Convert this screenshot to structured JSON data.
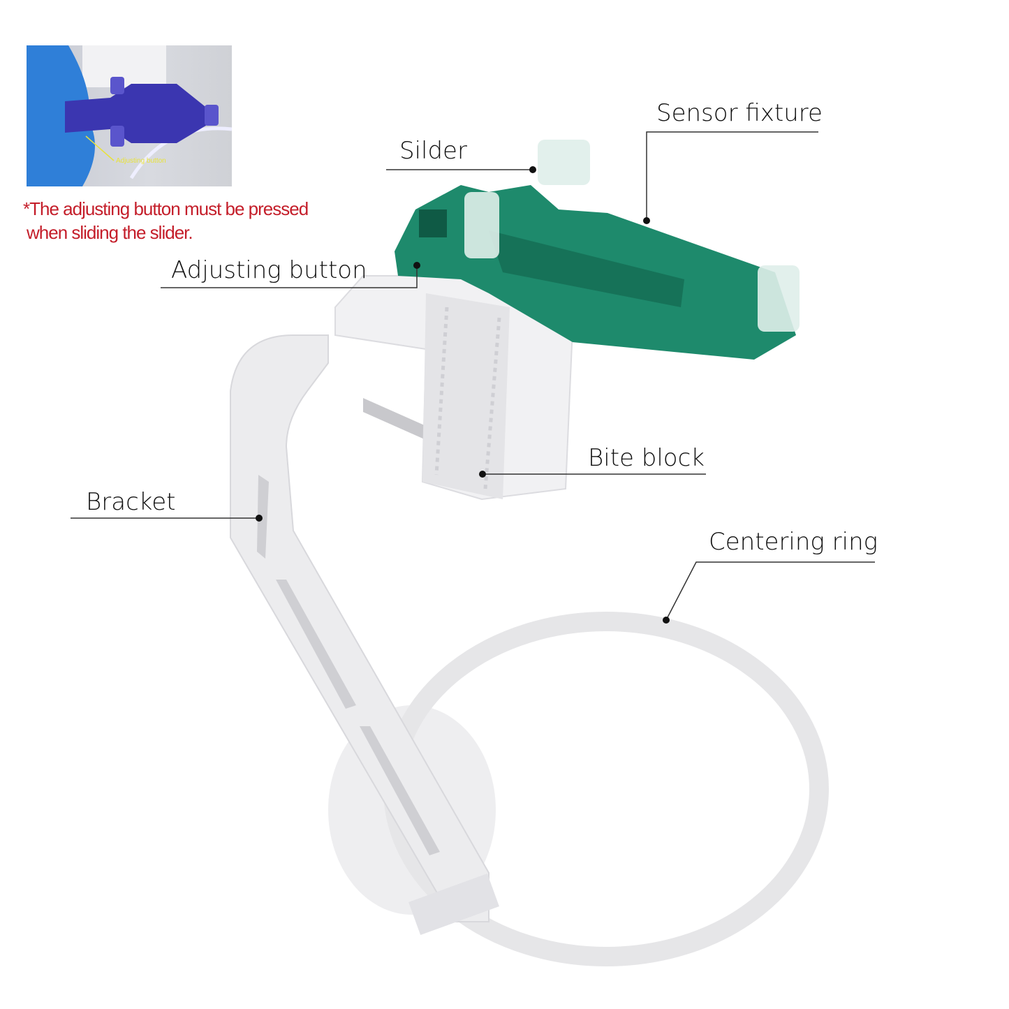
{
  "inset": {
    "caption": "Adjusting button",
    "note_line1": "*The adjusting button must be pressed",
    "note_line2": "when sliding the slider."
  },
  "labels": {
    "sensor_fixture": "Sensor fixture",
    "slider": "Silder",
    "adjusting_button": "Adjusting button",
    "bite_block": "Bite block",
    "bracket": "Bracket",
    "centering_ring": "Centering ring"
  },
  "colors": {
    "fixture_green": "#1e8a6c",
    "inset_fixture_blue": "#3b36b0",
    "note_red": "#c41e2a",
    "plastic_white": "#ebebed"
  }
}
